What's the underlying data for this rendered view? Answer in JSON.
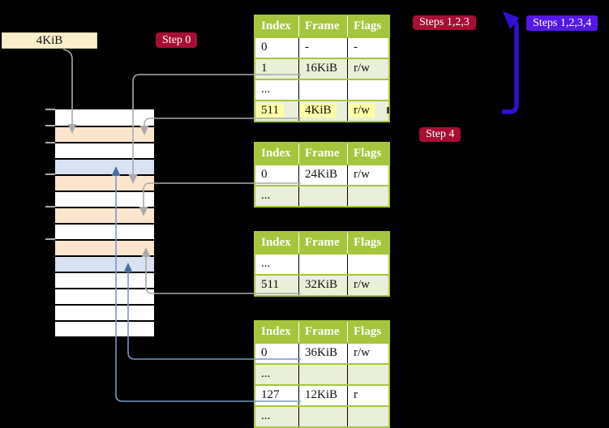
{
  "labels": {
    "memory_box": "4KiB",
    "step0": "Step 0",
    "steps123": "Steps 1,2,3",
    "steps1234": "Steps 1,2,3,4",
    "step4": "Step 4"
  },
  "colors": {
    "header_green": "#a5c63c",
    "shaded_row_green": "#e9efd9",
    "highlight_yellow": "#feffa6",
    "frame_row_peach": "#fce5cd",
    "page_row_blue": "#d9e2f3",
    "label_cream": "#fbeecb",
    "badge_crimson": "#a60f33",
    "badge_purple": "#5618e6",
    "big_arrow_blue": "#2f11d6",
    "connector_gray": "#aaaaaa",
    "connector_steel_blue": "#7b97c6",
    "steel_arrowhead": "#4a6e9e"
  },
  "memory": {
    "rows": [
      "free",
      "frame",
      "free",
      "page",
      "frame",
      "free",
      "frame",
      "free",
      "frame",
      "page",
      "free",
      "free",
      "free",
      "free"
    ]
  },
  "tables": [
    {
      "headers": [
        "Index",
        "Frame",
        "Flags"
      ],
      "rows": [
        {
          "cells": [
            "0",
            "-",
            "-"
          ],
          "shaded": false,
          "highlight": false
        },
        {
          "cells": [
            "1",
            "16KiB",
            "r/w"
          ],
          "shaded": true,
          "highlight": false
        },
        {
          "cells": [
            "...",
            "",
            ""
          ],
          "shaded": false,
          "highlight": false
        },
        {
          "cells": [
            "511",
            "4KiB",
            "r/w"
          ],
          "shaded": true,
          "highlight": true
        }
      ]
    },
    {
      "headers": [
        "Index",
        "Frame",
        "Flags"
      ],
      "rows": [
        {
          "cells": [
            "0",
            "24KiB",
            "r/w"
          ],
          "shaded": false,
          "highlight": false
        },
        {
          "cells": [
            "...",
            "",
            ""
          ],
          "shaded": true,
          "highlight": false
        }
      ]
    },
    {
      "headers": [
        "Index",
        "Frame",
        "Flags"
      ],
      "rows": [
        {
          "cells": [
            "...",
            "",
            ""
          ],
          "shaded": false,
          "highlight": false
        },
        {
          "cells": [
            "511",
            "32KiB",
            "r/w"
          ],
          "shaded": true,
          "highlight": false
        }
      ]
    },
    {
      "headers": [
        "Index",
        "Frame",
        "Flags"
      ],
      "rows": [
        {
          "cells": [
            "0",
            "36KiB",
            "r/w"
          ],
          "shaded": false,
          "highlight": false
        },
        {
          "cells": [
            "...",
            "",
            ""
          ],
          "shaded": true,
          "highlight": false
        },
        {
          "cells": [
            "127",
            "12KiB",
            "r"
          ],
          "shaded": false,
          "highlight": false
        },
        {
          "cells": [
            "...",
            "",
            ""
          ],
          "shaded": true,
          "highlight": false
        }
      ]
    }
  ]
}
